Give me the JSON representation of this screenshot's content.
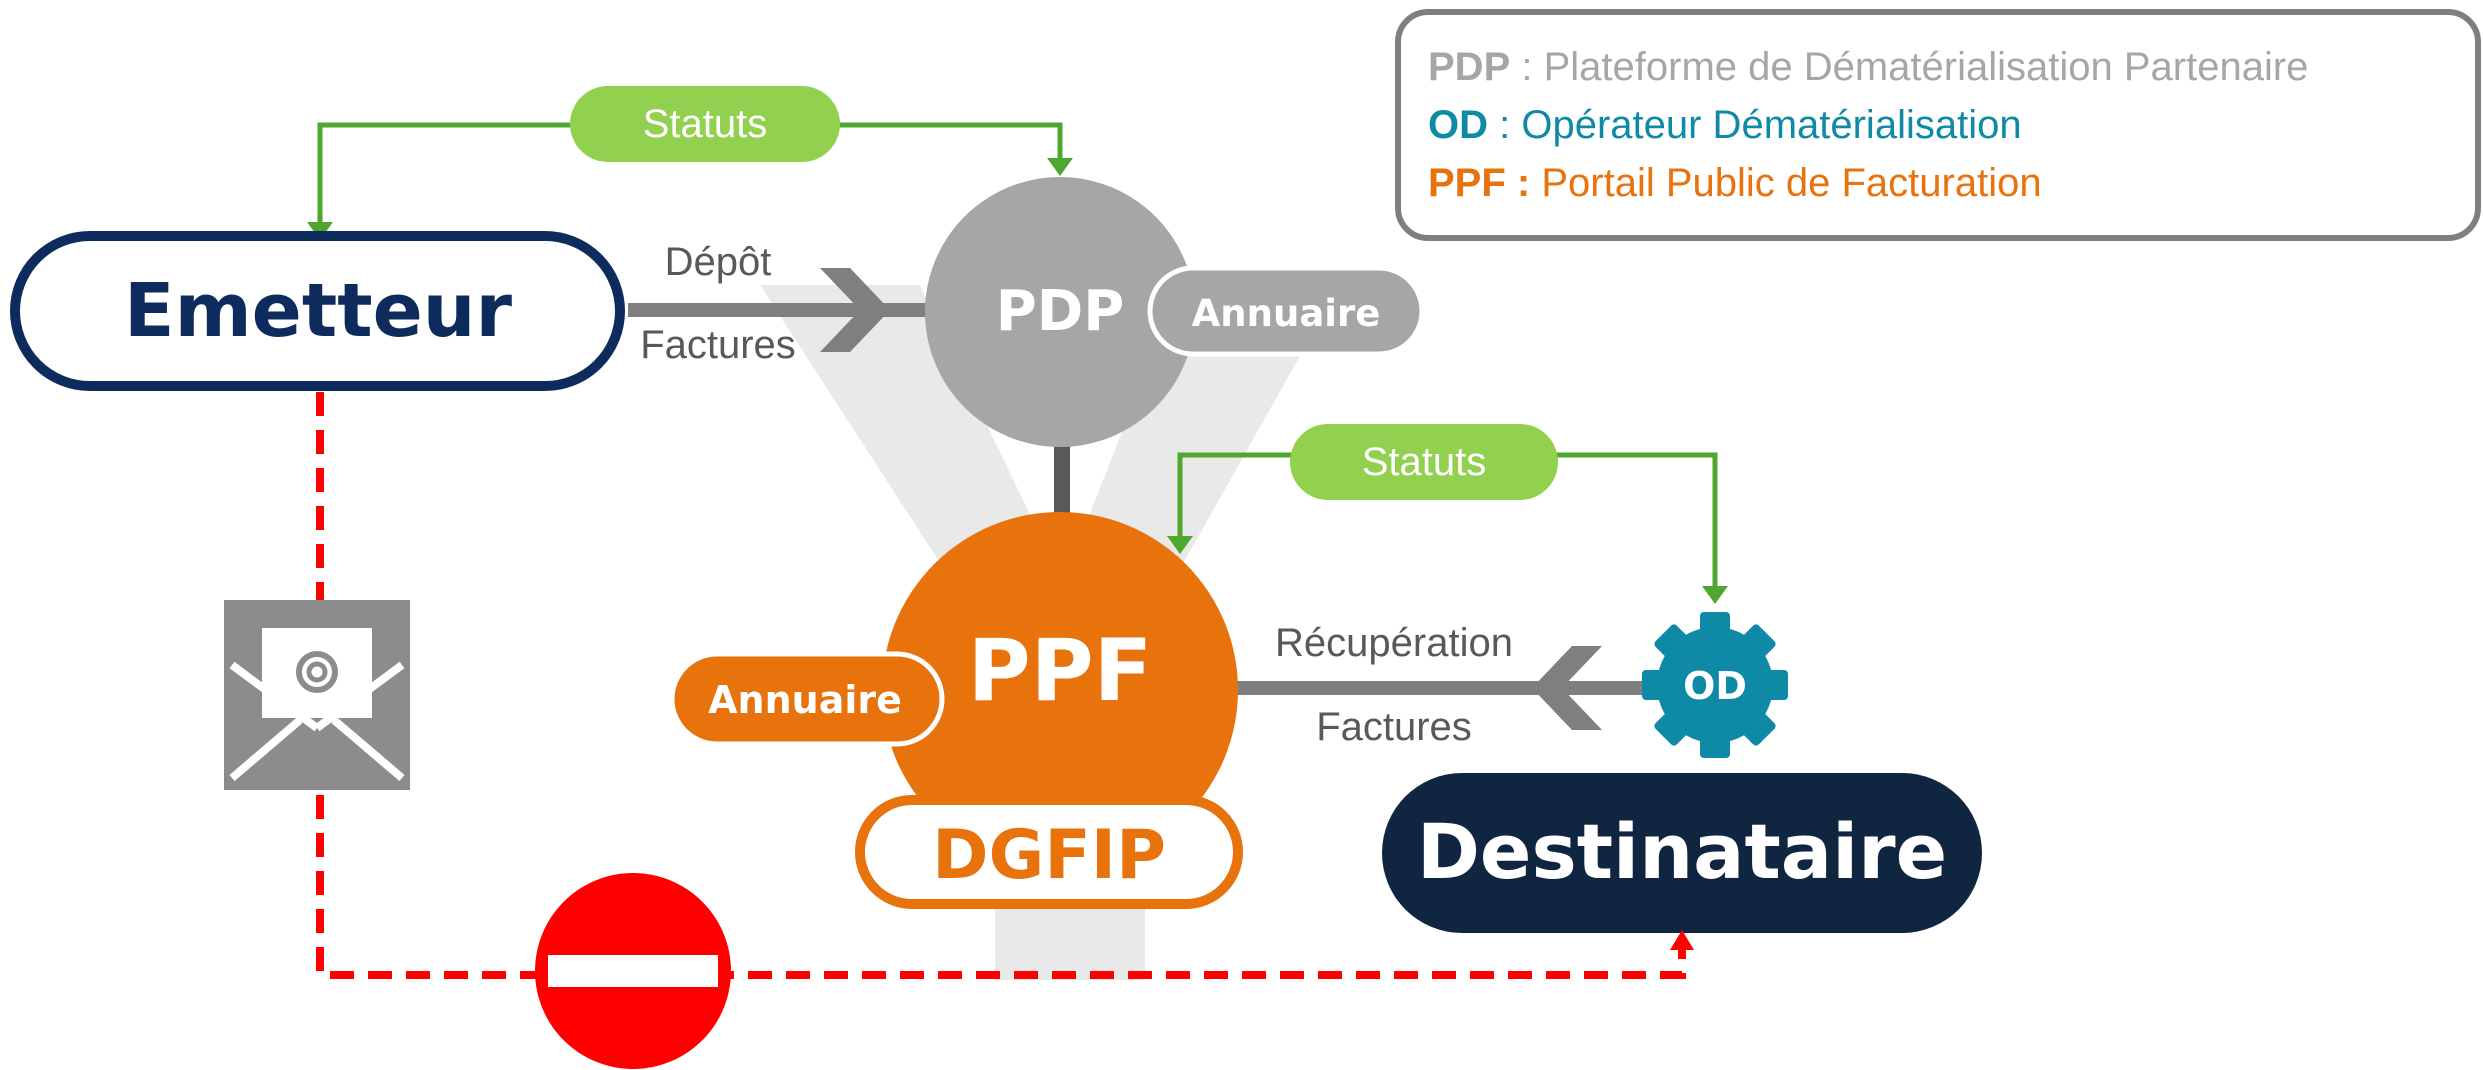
{
  "legend": {
    "pdp": {
      "abbr": "PDP",
      "sep": " : ",
      "text": "Plateforme de Dématérialisation Partenaire",
      "color": "#a6a6a6"
    },
    "od": {
      "abbr": "OD",
      "sep": " : ",
      "text": "Opérateur Dématérialisation",
      "color": "#0e8aa6"
    },
    "ppf": {
      "abbr": "PPF",
      "sep": " : ",
      "text": "Portail Public de Facturation",
      "color": "#e8720c"
    }
  },
  "nodes": {
    "emetteur": "Emetteur",
    "pdp": "PDP",
    "pdp_annuaire": "Annuaire",
    "ppf": "PPF",
    "ppf_annuaire": "Annuaire",
    "dgfip": "DGFIP",
    "od": "OD",
    "destinataire": "Destinataire"
  },
  "edges": {
    "statuts_top": "Statuts",
    "statuts_bottom": "Statuts",
    "depot_line1": "Dépôt",
    "depot_line2": "Factures",
    "recuperation_line1": "Récupération",
    "recuperation_line2": "Factures"
  },
  "icons": {
    "email": "email-envelope-icon",
    "blocked": "no-entry-icon",
    "od": "gear-icon"
  },
  "colors": {
    "navy": "#0d2b5c",
    "dark_navy": "#0f2540",
    "orange": "#e8720c",
    "gray": "#a6a6a6",
    "teal": "#0e8aa6",
    "green": "#92d050",
    "green_line": "#4ea72e",
    "red": "#ff0000",
    "arrow_gray": "#7f7f7f"
  }
}
